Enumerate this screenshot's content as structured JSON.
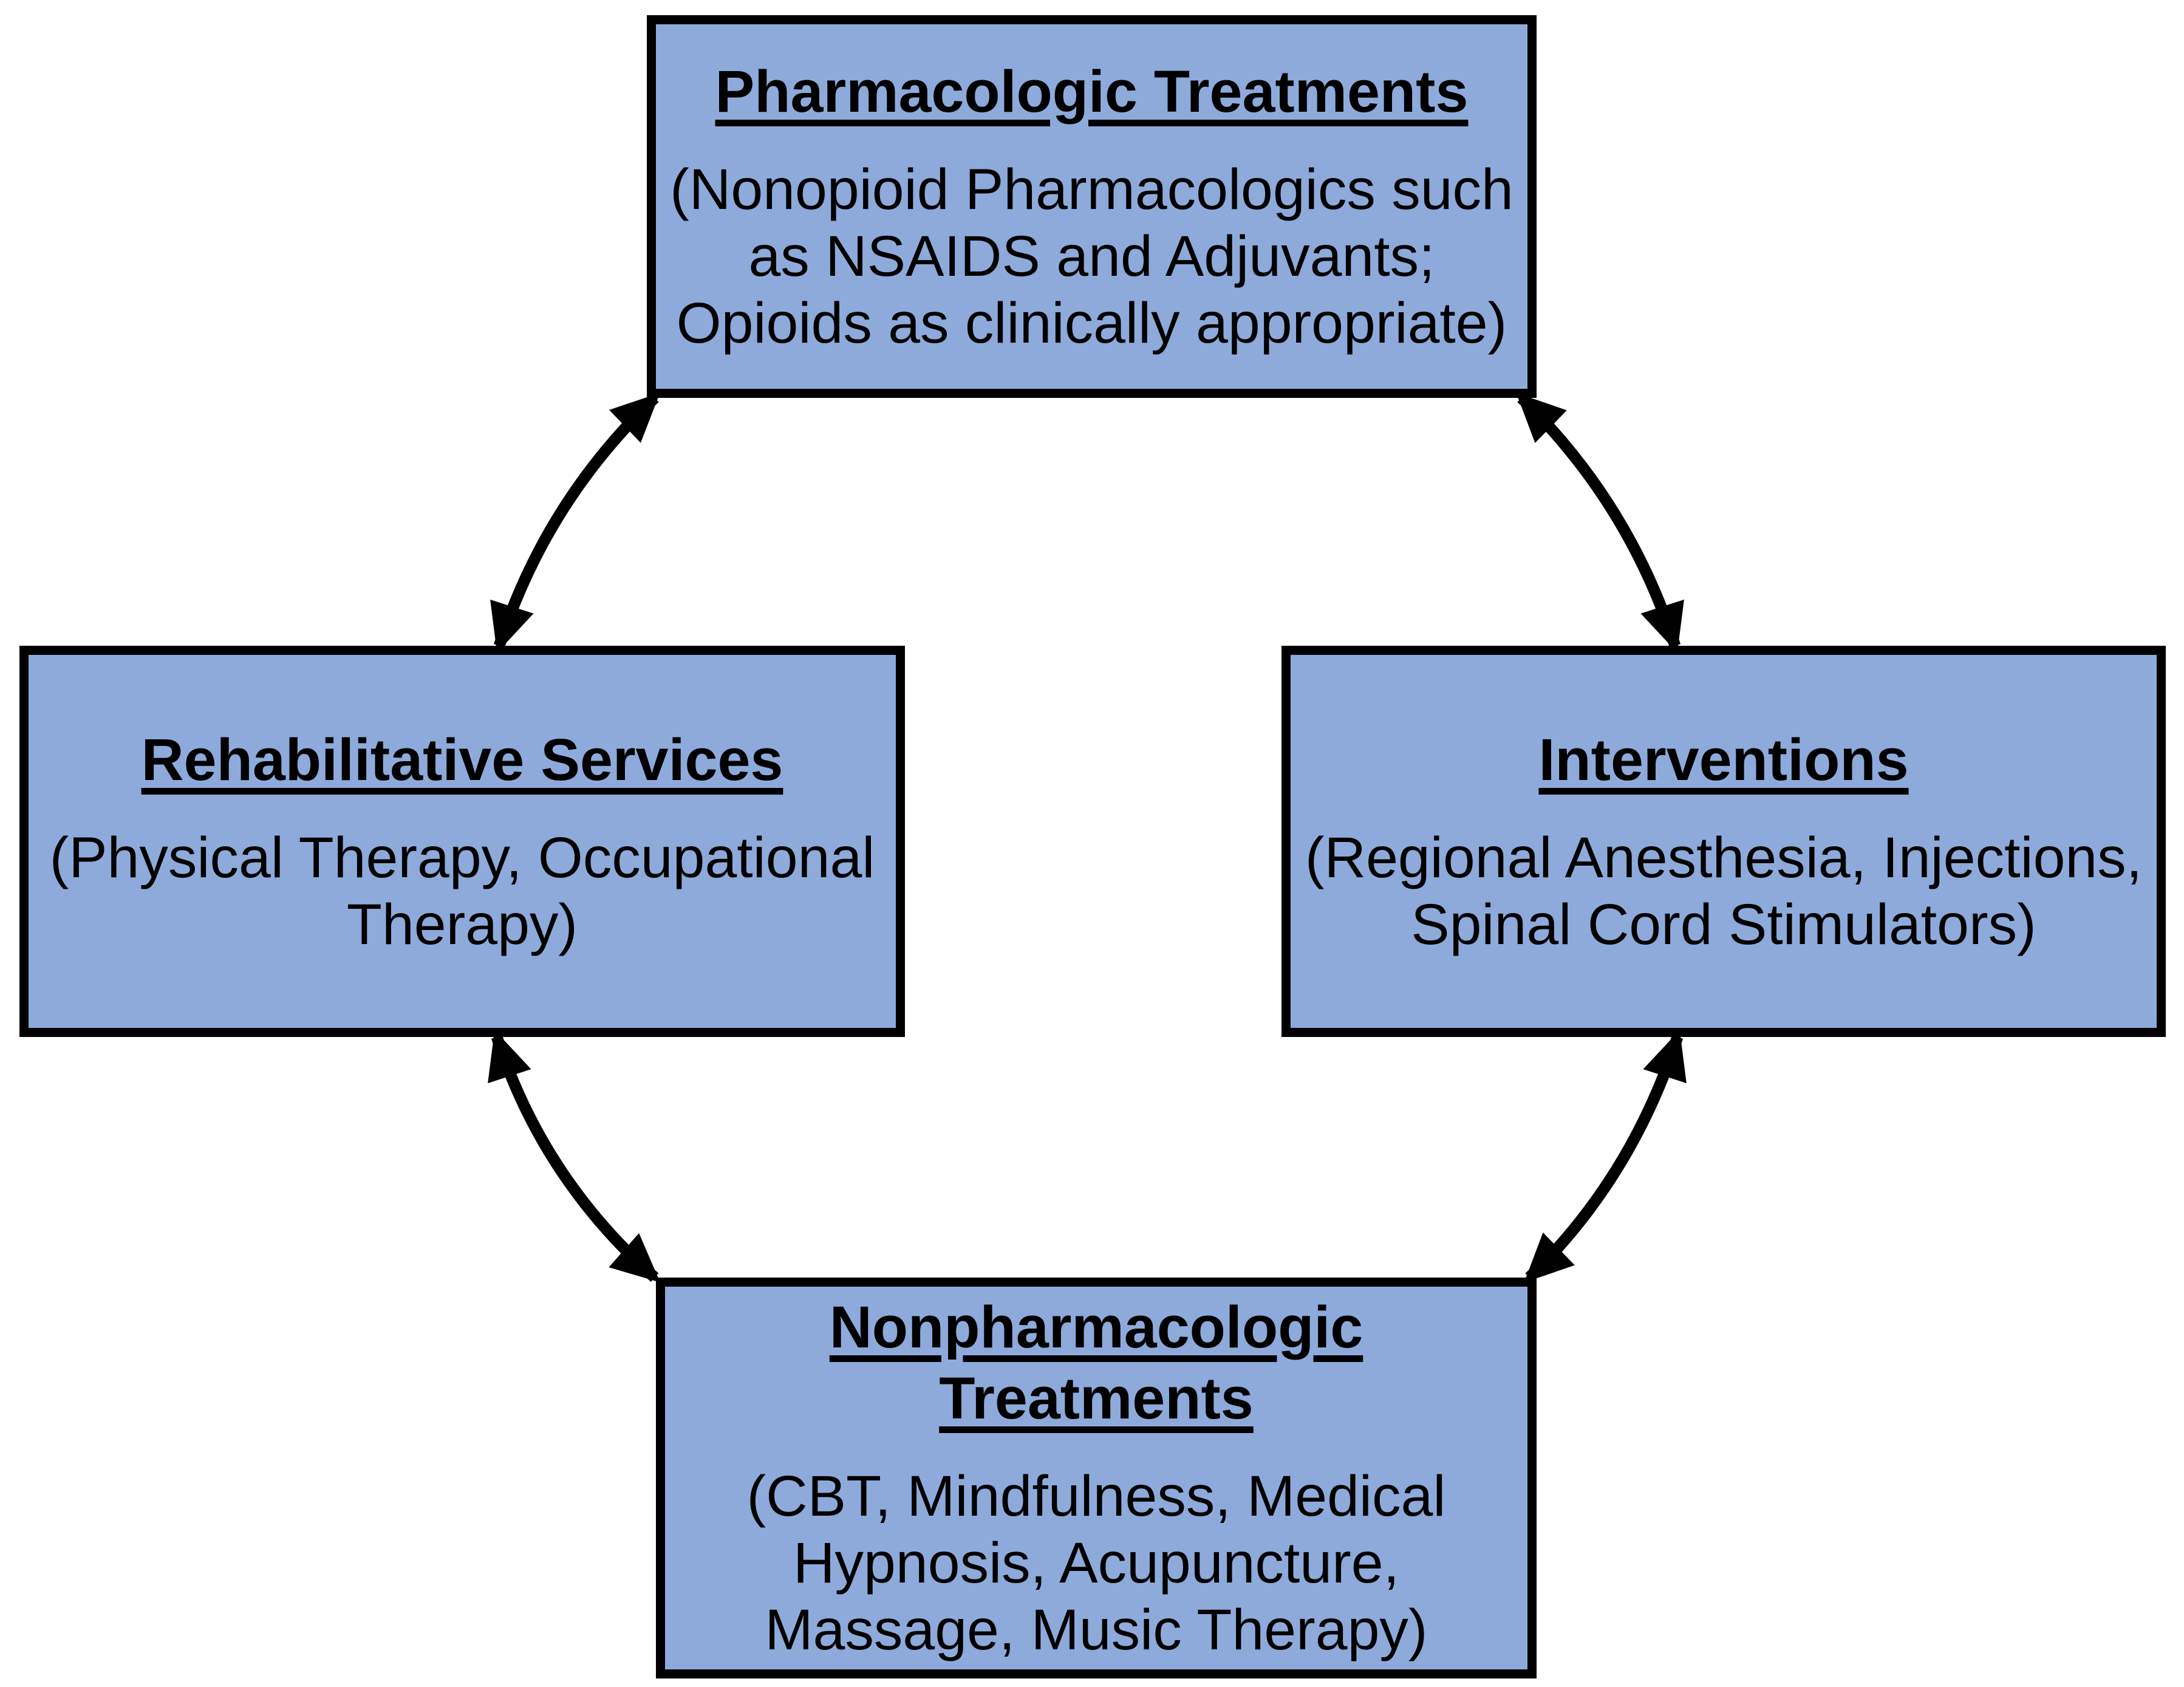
{
  "diagram": {
    "title": "Multimodal pain treatment diagram",
    "colors": {
      "box_fill": "#8EAADB",
      "box_border": "#000000",
      "arrow": "#000000",
      "text": "#000000",
      "background": "#FFFFFF"
    },
    "boxes": {
      "pharmacologic": {
        "title": "Pharmacologic Treatments",
        "body": "(Nonopioid Pharmacologics such\nas NSAIDS and Adjuvants;\nOpioids as clinically appropriate)"
      },
      "rehabilitative": {
        "title": "Rehabilitative Services",
        "body": "(Physical Therapy, Occupational\nTherapy)"
      },
      "interventions": {
        "title": "Interventions",
        "body": "(Regional Anesthesia, Injections,\nSpinal Cord Stimulators)"
      },
      "nonpharmacologic": {
        "title": "Nonpharmacologic\nTreatments",
        "body": "(CBT, Mindfulness, Medical\nHypnosis, Acupuncture,\nMassage, Music Therapy)"
      }
    },
    "arrows": [
      {
        "name": "arrow-pharmacologic-rehabilitative",
        "type": "double-headed curved",
        "connects": [
          "Pharmacologic Treatments",
          "Rehabilitative Services"
        ]
      },
      {
        "name": "arrow-pharmacologic-interventions",
        "type": "double-headed curved",
        "connects": [
          "Pharmacologic Treatments",
          "Interventions"
        ]
      },
      {
        "name": "arrow-rehabilitative-nonpharmacologic",
        "type": "double-headed curved",
        "connects": [
          "Rehabilitative Services",
          "Nonpharmacologic Treatments"
        ]
      },
      {
        "name": "arrow-interventions-nonpharmacologic",
        "type": "double-headed curved",
        "connects": [
          "Interventions",
          "Nonpharmacologic Treatments"
        ]
      }
    ]
  }
}
